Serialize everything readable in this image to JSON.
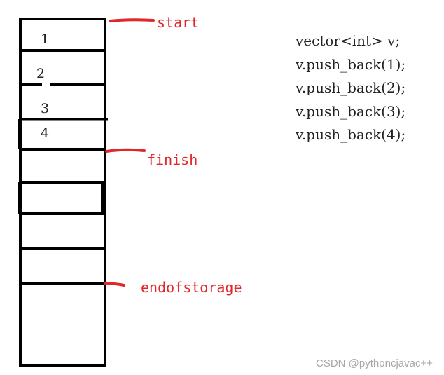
{
  "cells": [
    "1",
    "2",
    "3",
    "4"
  ],
  "pointers": {
    "start": "start",
    "finish": "finish",
    "endofstorage": "endofstorage"
  },
  "code": [
    "vector<int> v;",
    "v.push_back(1);",
    "v.push_back(2);",
    "v.push_back(3);",
    "v.push_back(4);"
  ],
  "watermark": "CSDN @pythoncjavac++",
  "colors": {
    "pointer": "#e0282a",
    "outline": "#000000"
  }
}
